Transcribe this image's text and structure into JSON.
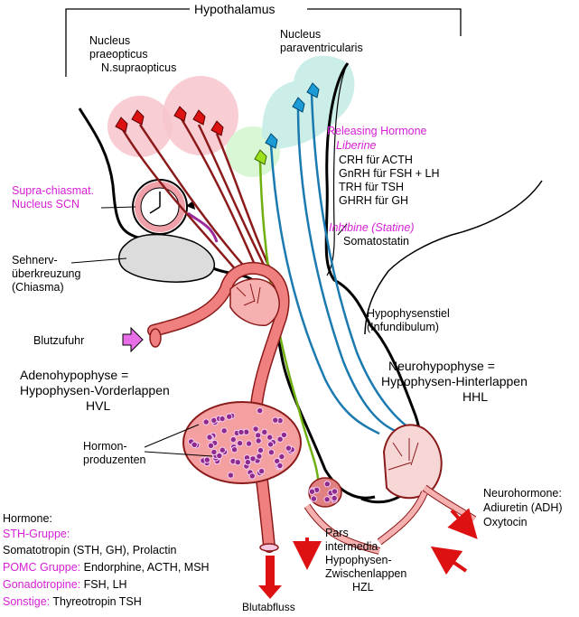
{
  "labels": {
    "hypothalamus": "Hypothalamus",
    "nucleus_praeopticus_1": "Nucleus",
    "nucleus_praeopticus_2": "praeopticus",
    "nucleus_praeopticus_3": "N.supraopticus",
    "nucleus_paraventricularis_1": "Nucleus",
    "nucleus_paraventricularis_2": "paraventricularis",
    "releasing_hormone": "Releasing Hormone",
    "liberine": "Liberine",
    "crh": "CRH für ACTH",
    "gnrh": "GnRH für FSH + LH",
    "trh": "TRH für TSH",
    "ghrh": "GHRH für GH",
    "inhibine": "Inhibine (Statine)",
    "somatostatin": "Somatostatin",
    "scn_1": "Supra-chiasmat.",
    "scn_2": "Nucleus SCN",
    "chiasma_1": "Sehnerv-",
    "chiasma_2": "überkreuzung",
    "chiasma_3": "(Chiasma)",
    "blutzufuhr": "Blutzufuhr",
    "stiel_1": "Hypophysenstiel",
    "stiel_2": "(Infundibulum)",
    "adeno_1": "Adenohypophyse =",
    "adeno_2": "Hypophysen-Vorderlappen",
    "adeno_3": "HVL",
    "neuro_1": "Neurohypophyse =",
    "neuro_2": "Hypophysen-Hinterlappen",
    "neuro_3": "HHL",
    "hormonproduzenten_1": "Hormon-",
    "hormonproduzenten_2": "produzenten",
    "neurohormone_1": "Neurohormone:",
    "neurohormone_2": "Adiuretin (ADH)",
    "neurohormone_3": "Oxytocin",
    "pars_1": "Pars",
    "pars_2": "intermedia",
    "pars_3": "Hypophysen-",
    "pars_4": "Zwischenlappen",
    "pars_5": "HZL",
    "blutabfluss": "Blutabfluss",
    "hormone_title": "Hormone:",
    "sth_gruppe": "STH-Gruppe:",
    "sth_text": "Somatotropin (STH, GH), Prolactin",
    "pomc_gruppe": "POMC Gruppe:",
    "pomc_text": " Endorphine, ACTH, MSH",
    "gonado": "Gonadotropine:",
    "gonado_text": " FSH, LH",
    "sonstige": "Sonstige:",
    "sonstige_text": " Thyreotropin TSH"
  },
  "colors": {
    "red_neuron": "#cc1111",
    "blue_neuron": "#1b9ad6",
    "green_neuron": "#9be01a",
    "magenta_label": "#d61fd6",
    "blood_vessel": "#f08080",
    "pink_halo": "#f7c6cc",
    "cyan_halo": "#c5ece6"
  }
}
